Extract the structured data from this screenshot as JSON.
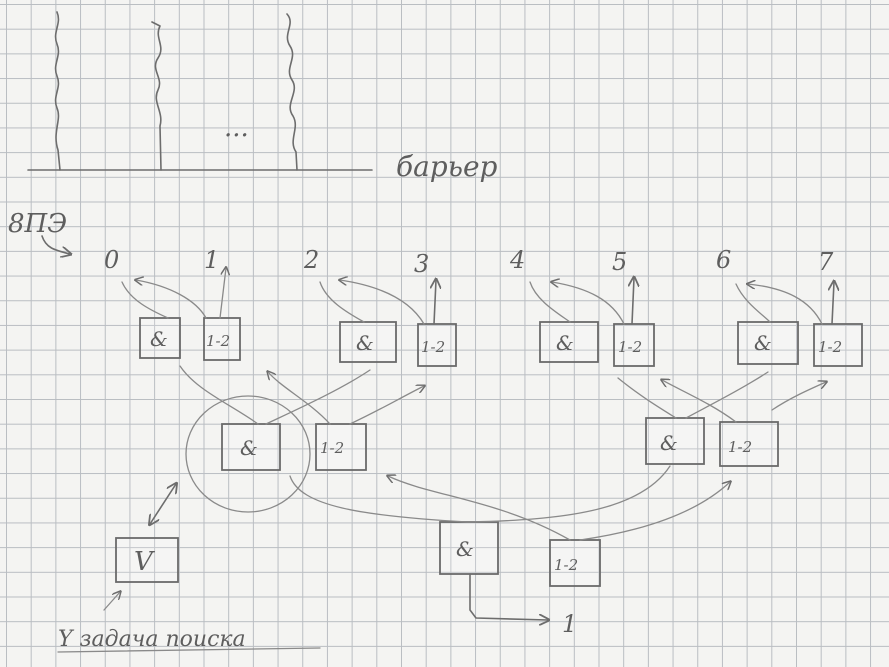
{
  "barrier_label": "барьер",
  "ellipsis": "...",
  "pe_count_label": "8ПЭ",
  "pe_numbers": [
    "0",
    "1",
    "2",
    "3",
    "4",
    "5",
    "6",
    "7"
  ],
  "and_gate": "&",
  "split_gate": "1-2",
  "or_gate": "V",
  "output_label": "1",
  "task_label": "Y задача поиска"
}
